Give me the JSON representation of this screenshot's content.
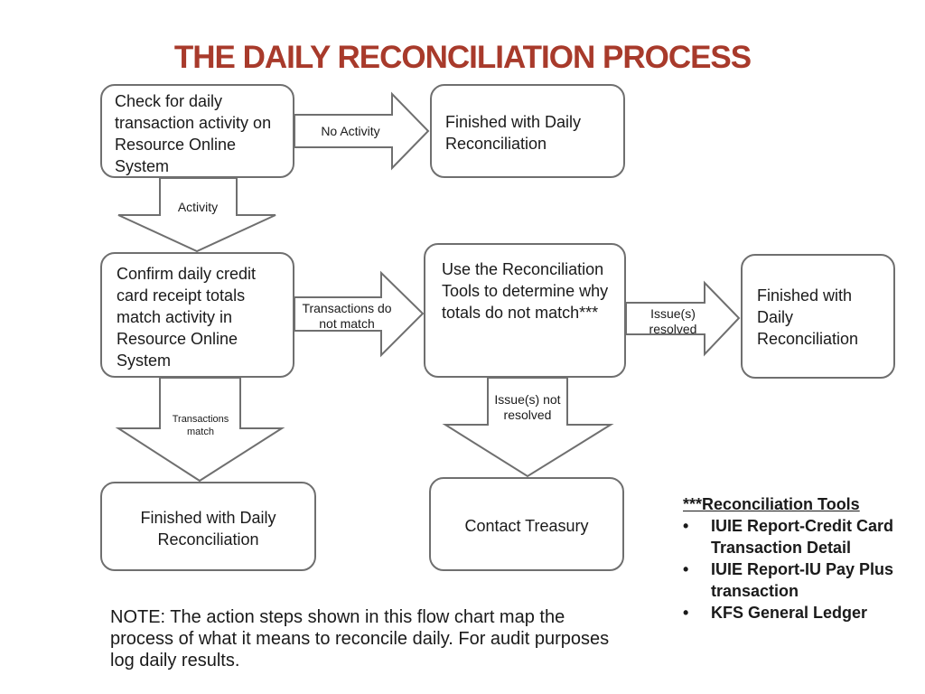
{
  "title": "THE DAILY RECONCILIATION PROCESS",
  "boxes": {
    "check": "Check for daily transaction activity on Resource Online System",
    "finished_top": "Finished with Daily Reconciliation",
    "confirm": "Confirm daily credit card receipt totals match activity in Resource Online System",
    "use_tools": "Use  the Reconciliation Tools to determine why totals do not match***",
    "finished_right": "Finished with Daily Reconciliation",
    "finished_bottom": "Finished with Daily Reconciliation",
    "contact": "Contact Treasury"
  },
  "arrows": {
    "no_activity": "No Activity",
    "activity": "Activity",
    "transactions_do_not_match": "Transactions do not match",
    "issues_resolved": "Issue(s) resolved",
    "transactions_match": "Transactions match",
    "issues_not_resolved": "Issue(s) not resolved"
  },
  "note": "NOTE: The action steps shown in this flow chart map the process  of what it means to reconcile daily. For audit purposes log daily results.",
  "tools": {
    "heading": "***Reconciliation Tools",
    "items": [
      "IUIE Report-Credit Card Transaction Detail",
      "IUIE Report-IU Pay Plus transaction",
      "KFS General Ledger"
    ]
  },
  "colors": {
    "title": "#a83a2b",
    "border": "#6f6f6f"
  }
}
